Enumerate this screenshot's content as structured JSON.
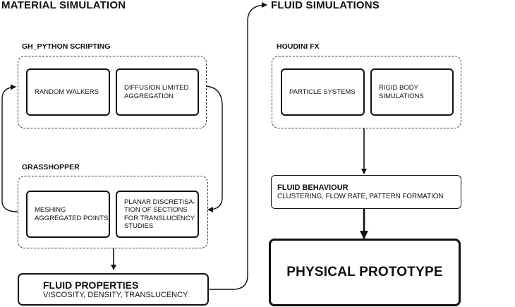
{
  "material_simulation": {
    "title": "MATERIAL  SIMULATION",
    "gh_python": {
      "label": "GH_PYTHON SCRIPTING",
      "nodes": [
        "RANDOM WALKERS",
        "DIFFUSION LIMITED\nAGGREGATION"
      ]
    },
    "grasshopper": {
      "label": "GRASSHOPPER",
      "nodes": [
        "MESHING\nAGGREGATED POINTS",
        "PLANAR DISCRETISA-\nTION OF SECTIONS\nFOR TRANSLUCENCY\nSTUDIES"
      ]
    },
    "fluid_properties": {
      "title": "FLUID PROPERTIES",
      "subtitle": "VISCOSITY, DENSITY, TRANSLUCENCY"
    }
  },
  "fluid_simulations": {
    "title": "FLUID SIMULATIONS",
    "houdini": {
      "label": "HOUDINI FX",
      "nodes": [
        "PARTICLE SYSTEMS",
        "RIGID BODY\nSIMULATIONS"
      ]
    },
    "fluid_behaviour": {
      "title": "FLUID BEHAVIOUR",
      "subtitle": "CLUSTERING, FLOW RATE, PATTERN FORMATION"
    },
    "physical_prototype": {
      "title": "PHYSICAL PROTOTYPE"
    }
  }
}
